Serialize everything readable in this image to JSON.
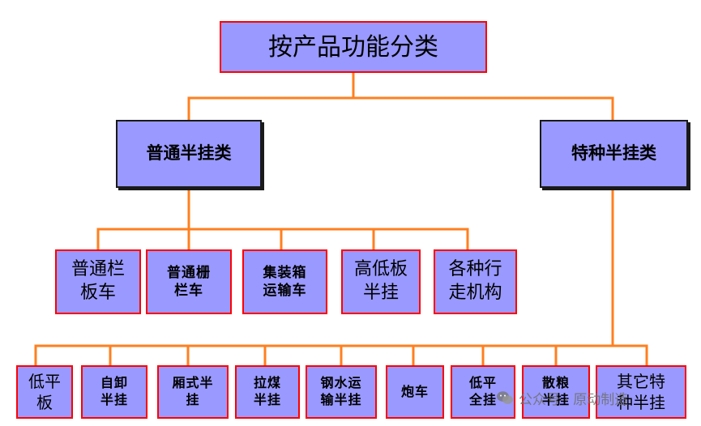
{
  "root": {
    "label": "按产品功能分类"
  },
  "level1": [
    {
      "id": "ordinary",
      "label": "普通半挂类"
    },
    {
      "id": "special",
      "label": "特种半挂类"
    }
  ],
  "ordinary_children": [
    {
      "label": "普通栏\n板车"
    },
    {
      "label": "普通栅\n栏车"
    },
    {
      "label": "集装箱\n运输车"
    },
    {
      "label": "高低板\n半挂"
    },
    {
      "label": "各种行\n走机构"
    }
  ],
  "special_children": [
    {
      "label": "低平\n板"
    },
    {
      "label": "自卸\n半挂"
    },
    {
      "label": "厢式半\n挂"
    },
    {
      "label": "拉煤\n半挂"
    },
    {
      "label": "钢水运\n输半挂"
    },
    {
      "label": "炮车"
    },
    {
      "label": "低平\n全挂"
    },
    {
      "label": "散粮\n半挂"
    },
    {
      "label": "其它特\n种半挂"
    }
  ],
  "watermark": {
    "text": "公众号 · 原动制造"
  },
  "colors": {
    "box_fill": "#9999ff",
    "box_border": "#ff0000",
    "connector": "#ff7f1f"
  }
}
